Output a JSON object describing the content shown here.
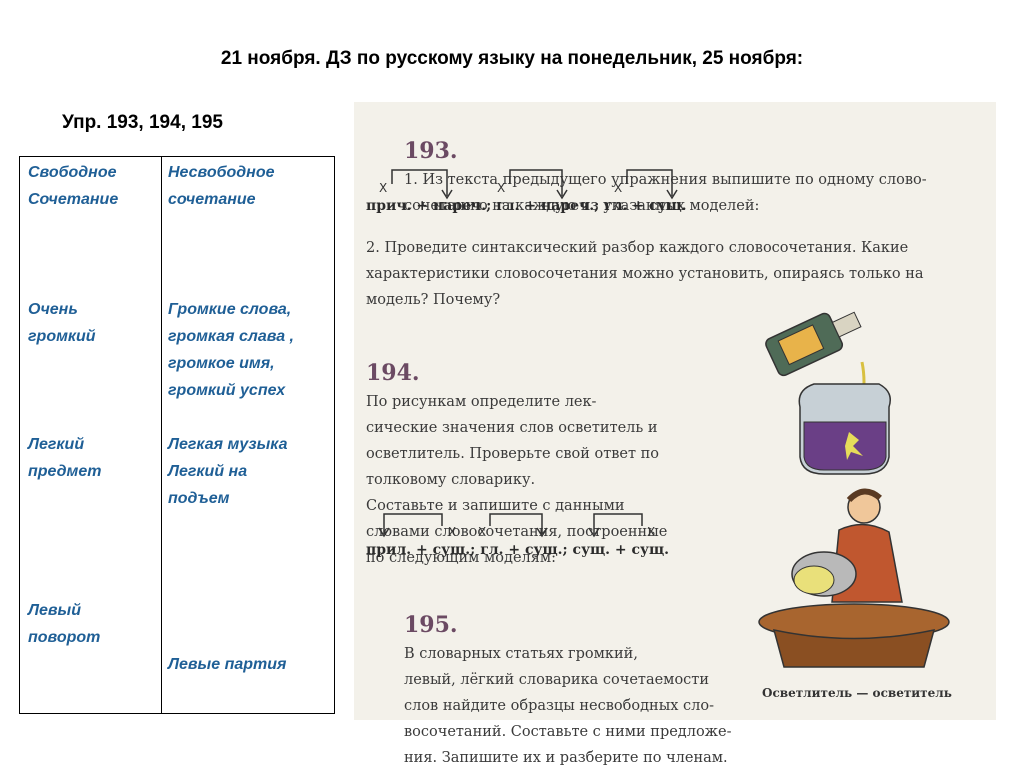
{
  "title": "21 ноября. ДЗ по русскому языку на понедельник, 25 ноября:",
  "subtitle": "Упр. 193, 194, 195",
  "table": {
    "col1": [
      "Свободное\nСочетание",
      "Очень\nгромкий",
      "Легкий\nпредмет",
      "Левый\nповорот"
    ],
    "col2": [
      "Несвободное\nсочетание",
      "Громкие слова,\nгромкая слава ,\nгромкое имя,\nгромкий успех",
      "Легкая музыка\nЛегкий  на\nподъем",
      "Левые  партия"
    ]
  },
  "textbook": {
    "ex193_num": "193.",
    "ex193_text": "1. Из текста предыдущего упражнения выпишите по одному слово-\nсочетанию на каждую из указанных моделей:",
    "ex193_models": "прич. + нареч.; гл. + нареч.; гл. + сущ.",
    "ex193_part2": "2. Проведите синтаксический разбор каждого словосочетания. Какие\nхарактеристики словосочетания можно установить, опираясь только на\nмодель? Почему?",
    "ex194_num": "194.",
    "ex194_text": "По рисункам определите лек-\nсические значения слов осветитель и\nосветлитель. Проверьте свой ответ по\nтолковому словарику.\n    Составьте и запишите с данными\nсловами словосочетания, построенные\nпо следующим моделям:",
    "ex194_models": "прил. + сущ.; гл. + сущ.; сущ. + сущ.",
    "ex195_num": "195.",
    "ex195_text": "В словарных статьях громкий,\nлевый, лёгкий словарика сочетаемости\nслов найдите образцы несвободных сло-\nвосочетаний. Составьте с ними предложе-\nния. Запишите их и разберите по членам.",
    "caption": "Осветлитель — осветитель",
    "marker": "X"
  }
}
